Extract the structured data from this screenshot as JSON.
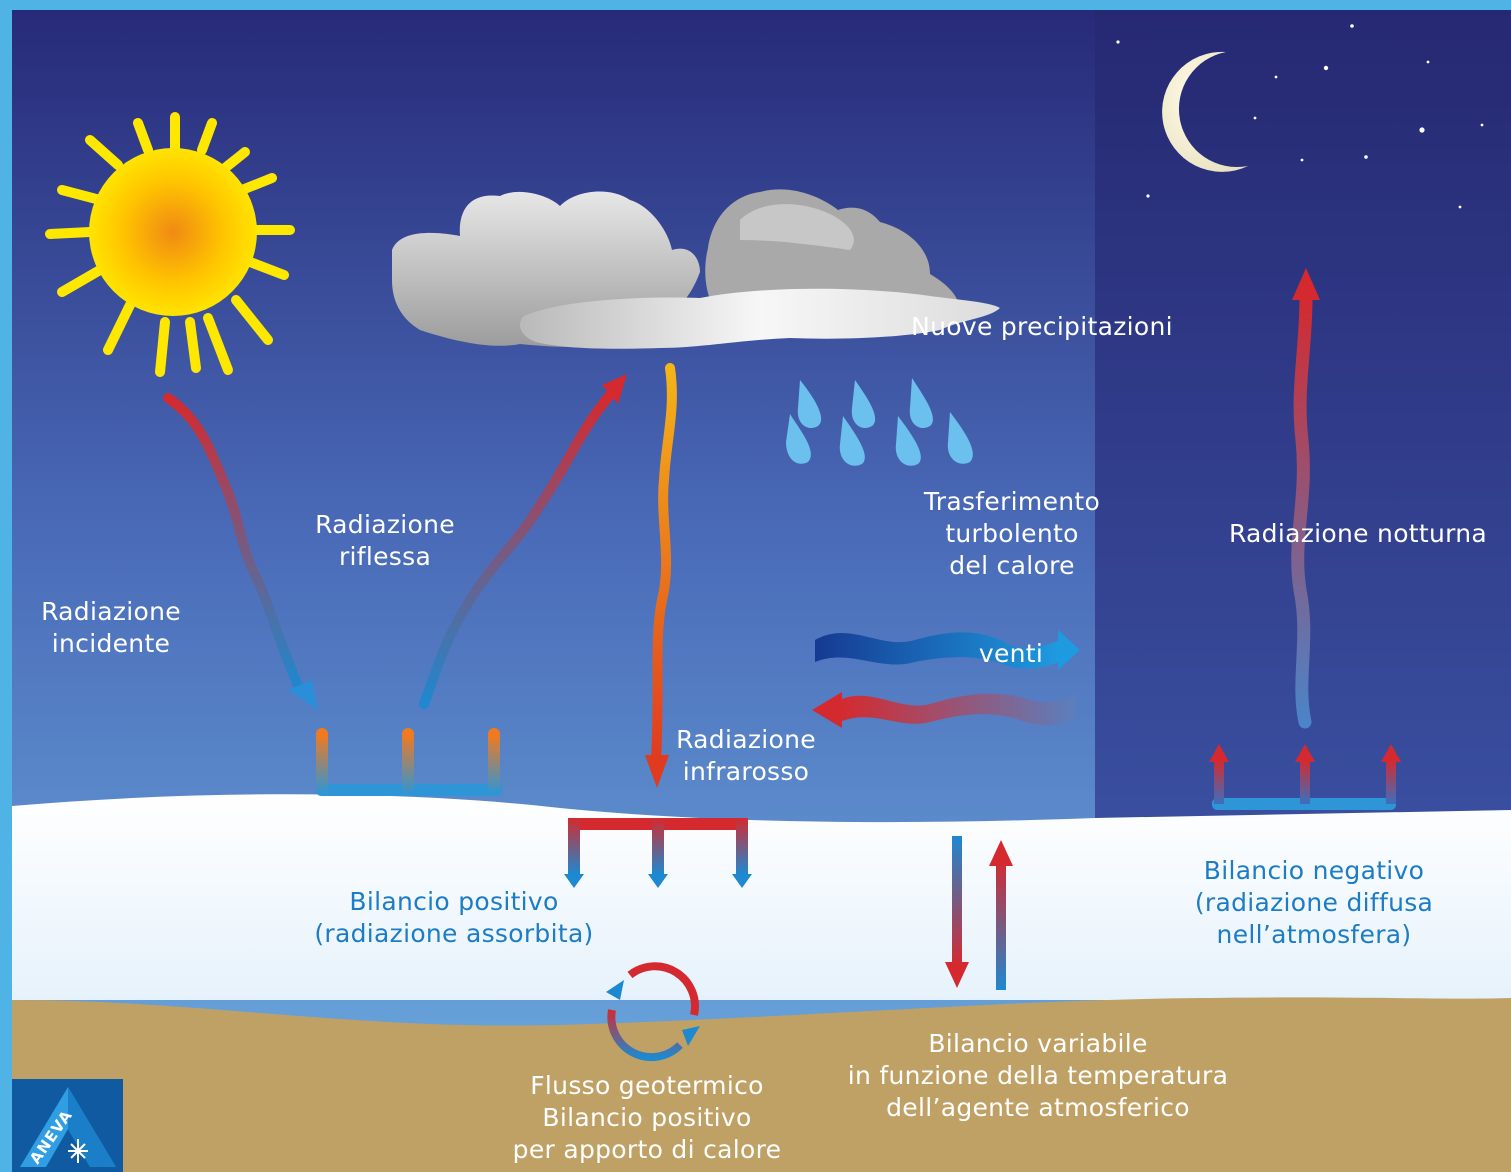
{
  "labels": {
    "radiazione_incidente": [
      "Radiazione",
      "incidente"
    ],
    "radiazione_riflessa": [
      "Radiazione",
      "riflessa"
    ],
    "radiazione_infrarosso": [
      "Radiazione",
      "infrarosso"
    ],
    "nuove_precipitazioni": "Nuove precipitazioni",
    "trasferimento": [
      "Trasferimento",
      "turbolento",
      "del calore"
    ],
    "venti": "venti",
    "radiazione_notturna": "Radiazione notturna",
    "bilancio_positivo": [
      "Bilancio positivo",
      "(radiazione assorbita)"
    ],
    "bilancio_negativo": [
      "Bilancio negativo",
      "(radiazione diffusa",
      "nell’atmosfera)"
    ],
    "bilancio_variabile": [
      "Bilancio variabile",
      "in funzione della temperatura",
      "dell’agente atmosferico"
    ],
    "flusso_geotermico": [
      "Flusso geotermico",
      "Bilancio positivo",
      "per apporto di calore"
    ]
  },
  "logo": {
    "text": "ANEVA"
  },
  "colors": {
    "frame": "#4fb3e6",
    "sky_top": "#2b2f7c",
    "sky_bottom": "#6aa6dc",
    "night_sky": "#2a2b72",
    "snow": "#ffffff",
    "ground": "#c0a165",
    "label_blue": "#1c7cc4",
    "arrow_red": "#d42a2f",
    "arrow_blue": "#1e88d0",
    "sun": "#ffe100",
    "logo_bg": "#0f5aa0"
  }
}
